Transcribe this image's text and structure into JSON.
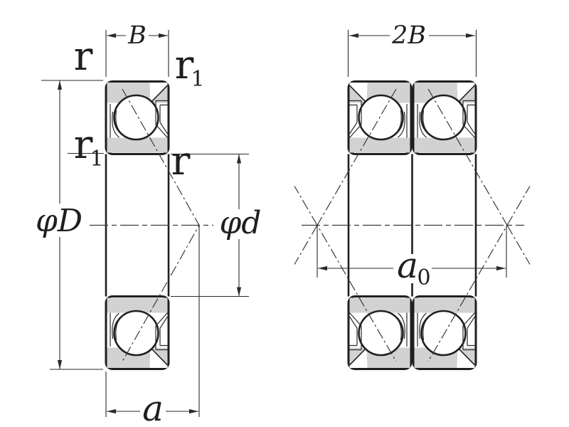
{
  "figure": {
    "type": "technical-drawing",
    "subject": "angular contact ball bearing - single and back-to-back duplex arrangement cross sections",
    "colors": {
      "ring_fill": "#d2d2d2",
      "outline": "#1f1f1f",
      "dimension_line": "#2b2b2b",
      "background": "#ffffff"
    },
    "single_view": {
      "labels": {
        "width": "B",
        "outer_chamfer_top_left": "r",
        "front_chamfer_top_right": {
          "base": "r",
          "sub": "1"
        },
        "front_chamfer_mid_left": {
          "base": "r",
          "sub": "1"
        },
        "inner_chamfer_mid_right": "r",
        "outer_diameter": "φD",
        "bore_diameter": "φd",
        "load_center_offset": "a"
      }
    },
    "duplex_view": {
      "labels": {
        "width": "2B",
        "load_center_span": {
          "base": "a",
          "sub": "0"
        }
      }
    }
  }
}
